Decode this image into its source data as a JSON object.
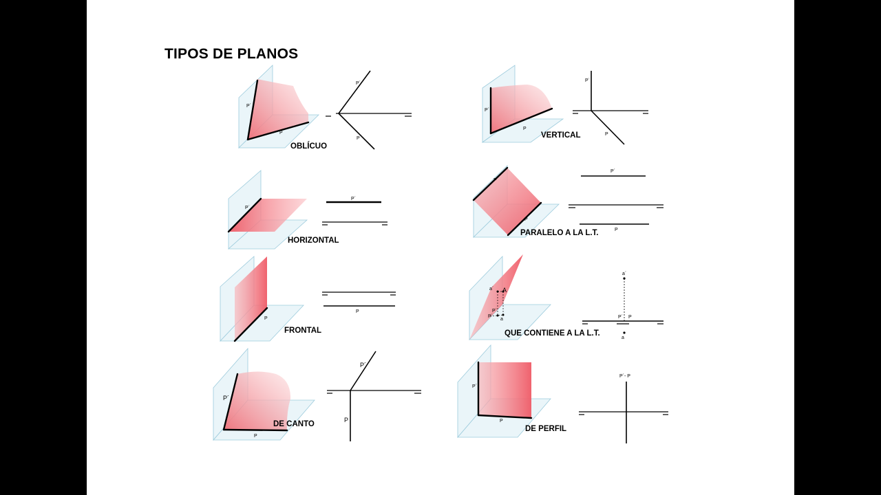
{
  "title": "TIPOS DE PLANOS",
  "diagrams": {
    "oblicuo": {
      "caption": "OBLÍCUO",
      "v_trace": "P´",
      "h_trace": "P"
    },
    "vertical": {
      "caption": "VERTICAL",
      "v_trace": "P´",
      "h_trace": "P"
    },
    "horizontal": {
      "caption": "HORIZONTAL",
      "v_trace": "P´"
    },
    "paralelo": {
      "caption": "PARALELO A LA L.T.",
      "v_trace": "P´",
      "h_trace": "P"
    },
    "frontal": {
      "caption": "FRONTAL",
      "h_trace": "P"
    },
    "contiene": {
      "caption": "QUE CONTIENE A LA L.T.",
      "v_trace": "P´",
      "h_trace": "P",
      "point_space": "A",
      "point_v": "a´",
      "point_h": "a"
    },
    "canto": {
      "caption": "DE CANTO",
      "v_trace": "P´",
      "h_trace": "P"
    },
    "perfil": {
      "caption": "DE PERFIL",
      "v_trace": "P´",
      "h_trace": "P",
      "combined": "P´- P"
    }
  }
}
